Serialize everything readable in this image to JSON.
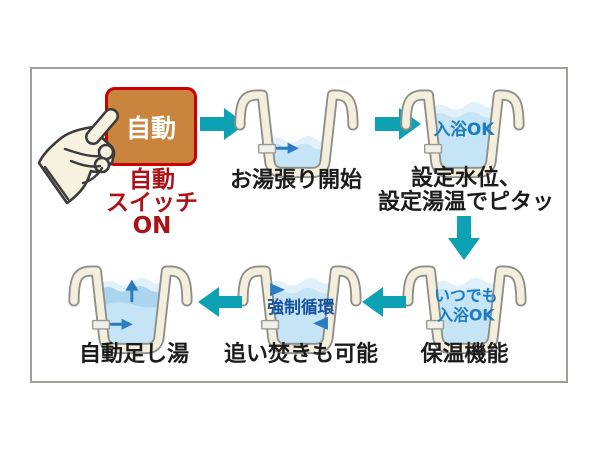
{
  "illustration_title": "bath-auto-fill-flow",
  "colors": {
    "teal_arrow": "#0da2b3",
    "button_fill": "#c9843e",
    "button_border": "#cb0000",
    "red_text": "#ae1115",
    "black_text": "#1c1c1c",
    "blue_tub_text": "#1b7cc2",
    "navy_tub_text": "#17519e",
    "flow_arrow_blue": "#2b7cc0",
    "water": "#c5e4f6",
    "water_crest": "#e0f1fb",
    "water_band": "#abd5ef",
    "tub_wall": "#f4efdc",
    "tub_outline": "#8f8f89",
    "frame_border": "#a09f99"
  },
  "switch": {
    "button_label": "自動",
    "caption_lines": [
      "自動",
      "スイッチ",
      "ON"
    ]
  },
  "steps": {
    "fill": {
      "caption": "お湯張り開始"
    },
    "set": {
      "caption_line1": "設定水位、",
      "caption_line2": "設定湯温でピタッ",
      "tub_text": "入浴OK"
    },
    "keep_warm": {
      "caption": "保温機能",
      "tub_text_line1": "いつでも",
      "tub_text_line2": "入浴OK"
    },
    "reheat": {
      "caption": "追い焚きも可能",
      "tub_text": "強制循環"
    },
    "top_up": {
      "caption": "自動足し湯"
    }
  }
}
